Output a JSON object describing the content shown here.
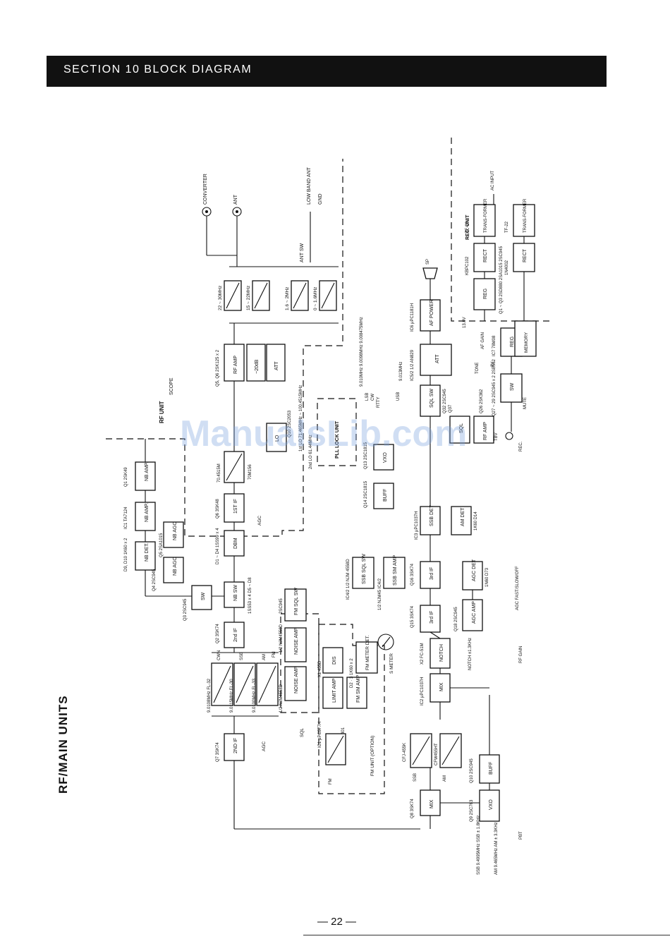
{
  "header": {
    "title": "SECTION 10 BLOCK DIAGRAM"
  },
  "side_label": "RF/MAIN UNITS",
  "page_number": "— 22 —",
  "watermark": "ManualsLib.com",
  "units": {
    "rf_unit": "RF UNIT",
    "reg_unit": "REG. UNIT",
    "fm_unit": "FM UNIT (OPTION)",
    "pll_unit": "PLL LOCK UNIT"
  },
  "diagram": {
    "blocks": [
      {
        "id": "nb-amp-q1",
        "label": "NB AMP.",
        "part": "Q1 2SK49"
      },
      {
        "id": "nb-amp-ic1",
        "label": "NB AMP.",
        "part": "IC1 TA7124"
      },
      {
        "id": "nb-det",
        "label": "NB DET.",
        "part": "D9, D10 1K60 x 2"
      },
      {
        "id": "nb-agc-q5",
        "label": "NB AGC",
        "part": "Q5 2SA1015"
      },
      {
        "id": "nb-agc-q4",
        "label": "NB AGC",
        "part": "Q4 2SC945"
      },
      {
        "id": "sw-q3",
        "label": "SW",
        "part": "Q3 2SC945"
      },
      {
        "id": "nb-sw",
        "label": "NB SW",
        "part": "1SS53 x 4 D5 ~ D8"
      },
      {
        "id": "dbm",
        "label": "DBM",
        "part": "D1 ~ D4 1SS99 x 4"
      },
      {
        "id": "1st-if",
        "label": "1ST IF",
        "part": "Q6 3SK48"
      },
      {
        "id": "lo",
        "label": "LO",
        "part": "Q10 2SC2053"
      },
      {
        "id": "rf-amp",
        "label": "RF AMP",
        "part": "Q5, Q6 2SK125 x 2"
      },
      {
        "id": "att-20db",
        "label": "−20dB",
        "part": ""
      },
      {
        "id": "att-rf",
        "label": "ATT",
        "part": ""
      },
      {
        "id": "2nd-if-q2",
        "label": "2nd IF",
        "part": "Q2 3SK74"
      },
      {
        "id": "2nd-if-q7",
        "label": "2ND IF",
        "part": "Q7 3SK74"
      },
      {
        "id": "mix-q8",
        "label": "MIX",
        "part": "Q8 3SK74"
      },
      {
        "id": "vxo-q9",
        "label": "VXO",
        "part": "Q9 2SC763"
      },
      {
        "id": "buff-q10",
        "label": "BUFF",
        "part": "Q10 2SC945"
      },
      {
        "id": "mix-ic2",
        "label": "MIX",
        "part": "IC2 μPC1037H"
      },
      {
        "id": "notch",
        "label": "NOTCH",
        "part": "X2 FC-51M"
      },
      {
        "id": "3rd-if-q15",
        "label": "3rd IF",
        "part": "Q15 3SK74"
      },
      {
        "id": "3rd-if-q16",
        "label": "3rd IF",
        "part": "Q16 3SK74"
      },
      {
        "id": "agc-amp",
        "label": "AGC AMP",
        "part": "Q18 2SC945"
      },
      {
        "id": "agc-det",
        "label": "AGC DET",
        "part": "1N60 D73"
      },
      {
        "id": "ssb-sm-amp",
        "label": "SSB SM AMP",
        "part": "1/2 NJM45 IC4/2"
      },
      {
        "id": "ssb-sql-sw",
        "label": "SSB SQL SW",
        "part": "IC4/2 1/2 NJM 4558D"
      },
      {
        "id": "ssb-det",
        "label": "SSB DET",
        "part": "IC3 μPC1037H"
      },
      {
        "id": "am-det",
        "label": "AM DET",
        "part": "1K60 D14"
      },
      {
        "id": "buff-q14",
        "label": "BUFF",
        "part": "Q14 2SC1815"
      },
      {
        "id": "vxo-q13",
        "label": "VXO",
        "part": "Q13 2SC1815"
      },
      {
        "id": "sql-sw",
        "label": "SQL SW",
        "part": "Q32 2SC945"
      },
      {
        "id": "sql-q37",
        "label": "SQL",
        "part": "Q37"
      },
      {
        "id": "rf-amp-q26",
        "label": "RF AMP",
        "part": "Q26 2SK362"
      },
      {
        "id": "att-af",
        "label": "ATT",
        "part": "IC5/2 1/2 AN829"
      },
      {
        "id": "af-power",
        "label": "AF POWER",
        "part": "IC6 μPC1181H"
      },
      {
        "id": "reg-ic7",
        "label": "REG",
        "part": "IC7 78M08"
      },
      {
        "id": "sw-q27",
        "label": "SW",
        "part": "Q27 ~ 29 2SC945 x 2 2SB562"
      },
      {
        "id": "memory",
        "label": "MEMORY",
        "part": ""
      },
      {
        "id": "reg-q1",
        "label": "REG",
        "part": "Q1 ~ Q3 2SD880 2SA1015 2SC945"
      },
      {
        "id": "rect-1",
        "label": "RECT",
        "part": "KBPC102"
      },
      {
        "id": "rect-2",
        "label": "RECT",
        "part": "1N4002"
      },
      {
        "id": "trans-1",
        "label": "TRANS-FORMER",
        "part": "TF-28"
      },
      {
        "id": "trans-2",
        "label": "TRANS-FORMER",
        "part": "TF-22"
      },
      {
        "id": "noise-amp-1",
        "label": "NOISE AMP",
        "part": "1/2 NJM4558D"
      },
      {
        "id": "noise-amp-2",
        "label": "NOISE AMP",
        "part": "1/2 NJM4558D"
      },
      {
        "id": "fm-sql-sw",
        "label": "FM SQL SW",
        "part": "2SC945"
      },
      {
        "id": "limit-amp",
        "label": "LIMIT AMP",
        "part": "IC1 μPC577H"
      },
      {
        "id": "dis",
        "label": "DIS",
        "part": "X1 455D"
      },
      {
        "id": "fm-sm-amp",
        "label": "FM SM AMP",
        "part": "IC2 BA401"
      },
      {
        "id": "fm-meter-det",
        "label": "FM METER DET.",
        "part": "D2 · 3 1K60 x 2"
      }
    ],
    "filters": [
      {
        "label": "22 ~ 30MHz"
      },
      {
        "label": "15 ~ 22MHz"
      },
      {
        "label": "1.6 ~ 2MHz"
      },
      {
        "label": "0 ~ 1.6MHz"
      },
      {
        "label": "70.4515M"
      },
      {
        "label": "70M156"
      },
      {
        "label": "9.0108MHz FL-32",
        "mode": "CWN"
      },
      {
        "label": "9.0115MHz FL-30",
        "mode": "SSB"
      },
      {
        "label": "9.0100MHz FL-33",
        "mode": "AM"
      },
      {
        "label": "CFJ-455K",
        "mode": "SSB"
      },
      {
        "label": "CFW455HT",
        "mode": "AM"
      }
    ],
    "signals": {
      "converter": "CONVERTER",
      "ant": "ANT",
      "low_band_ant": "LOW BAND ANT",
      "gnd": "GND",
      "ant_sw": "ANT SW",
      "scope": "SCOPE",
      "agc": "AGC",
      "sql": "SQL",
      "s_meter": "S METER",
      "rf_gain": "RF GAIN",
      "agc_fast_slow_off": "AGC FAST/SLOW/OFF",
      "notch": "NOTCH ±1.3KHz",
      "pbt": "PBT",
      "mute": "MUTE",
      "rec": "REC.",
      "tbv": "TBV",
      "tone": "TONE",
      "af_gain": "AF GAIN",
      "sp": "SP",
      "ac_input": "AC INPUT",
      "v138": "13.8V",
      "v8": "8V",
      "fm": "FM",
      "lo_freq": "1st LO 71.465MHz ~ 100.4515MHz",
      "lo_2nd": "2nd LO 61.44MHz",
      "usb": "USB",
      "lsb": "LSB",
      "cw": "CW",
      "rtty": "RTTY",
      "xtal_lsb_cw": "9.010MHz 9.0098MHz 9.008475MHz",
      "xtal_usb": "9.013MHz",
      "vxo_ssb": "SSB 9.4995MHz SSB ± 1.8KHz",
      "vxo_am": "AM 9.465MHz AM ± 3.3KHz"
    }
  }
}
